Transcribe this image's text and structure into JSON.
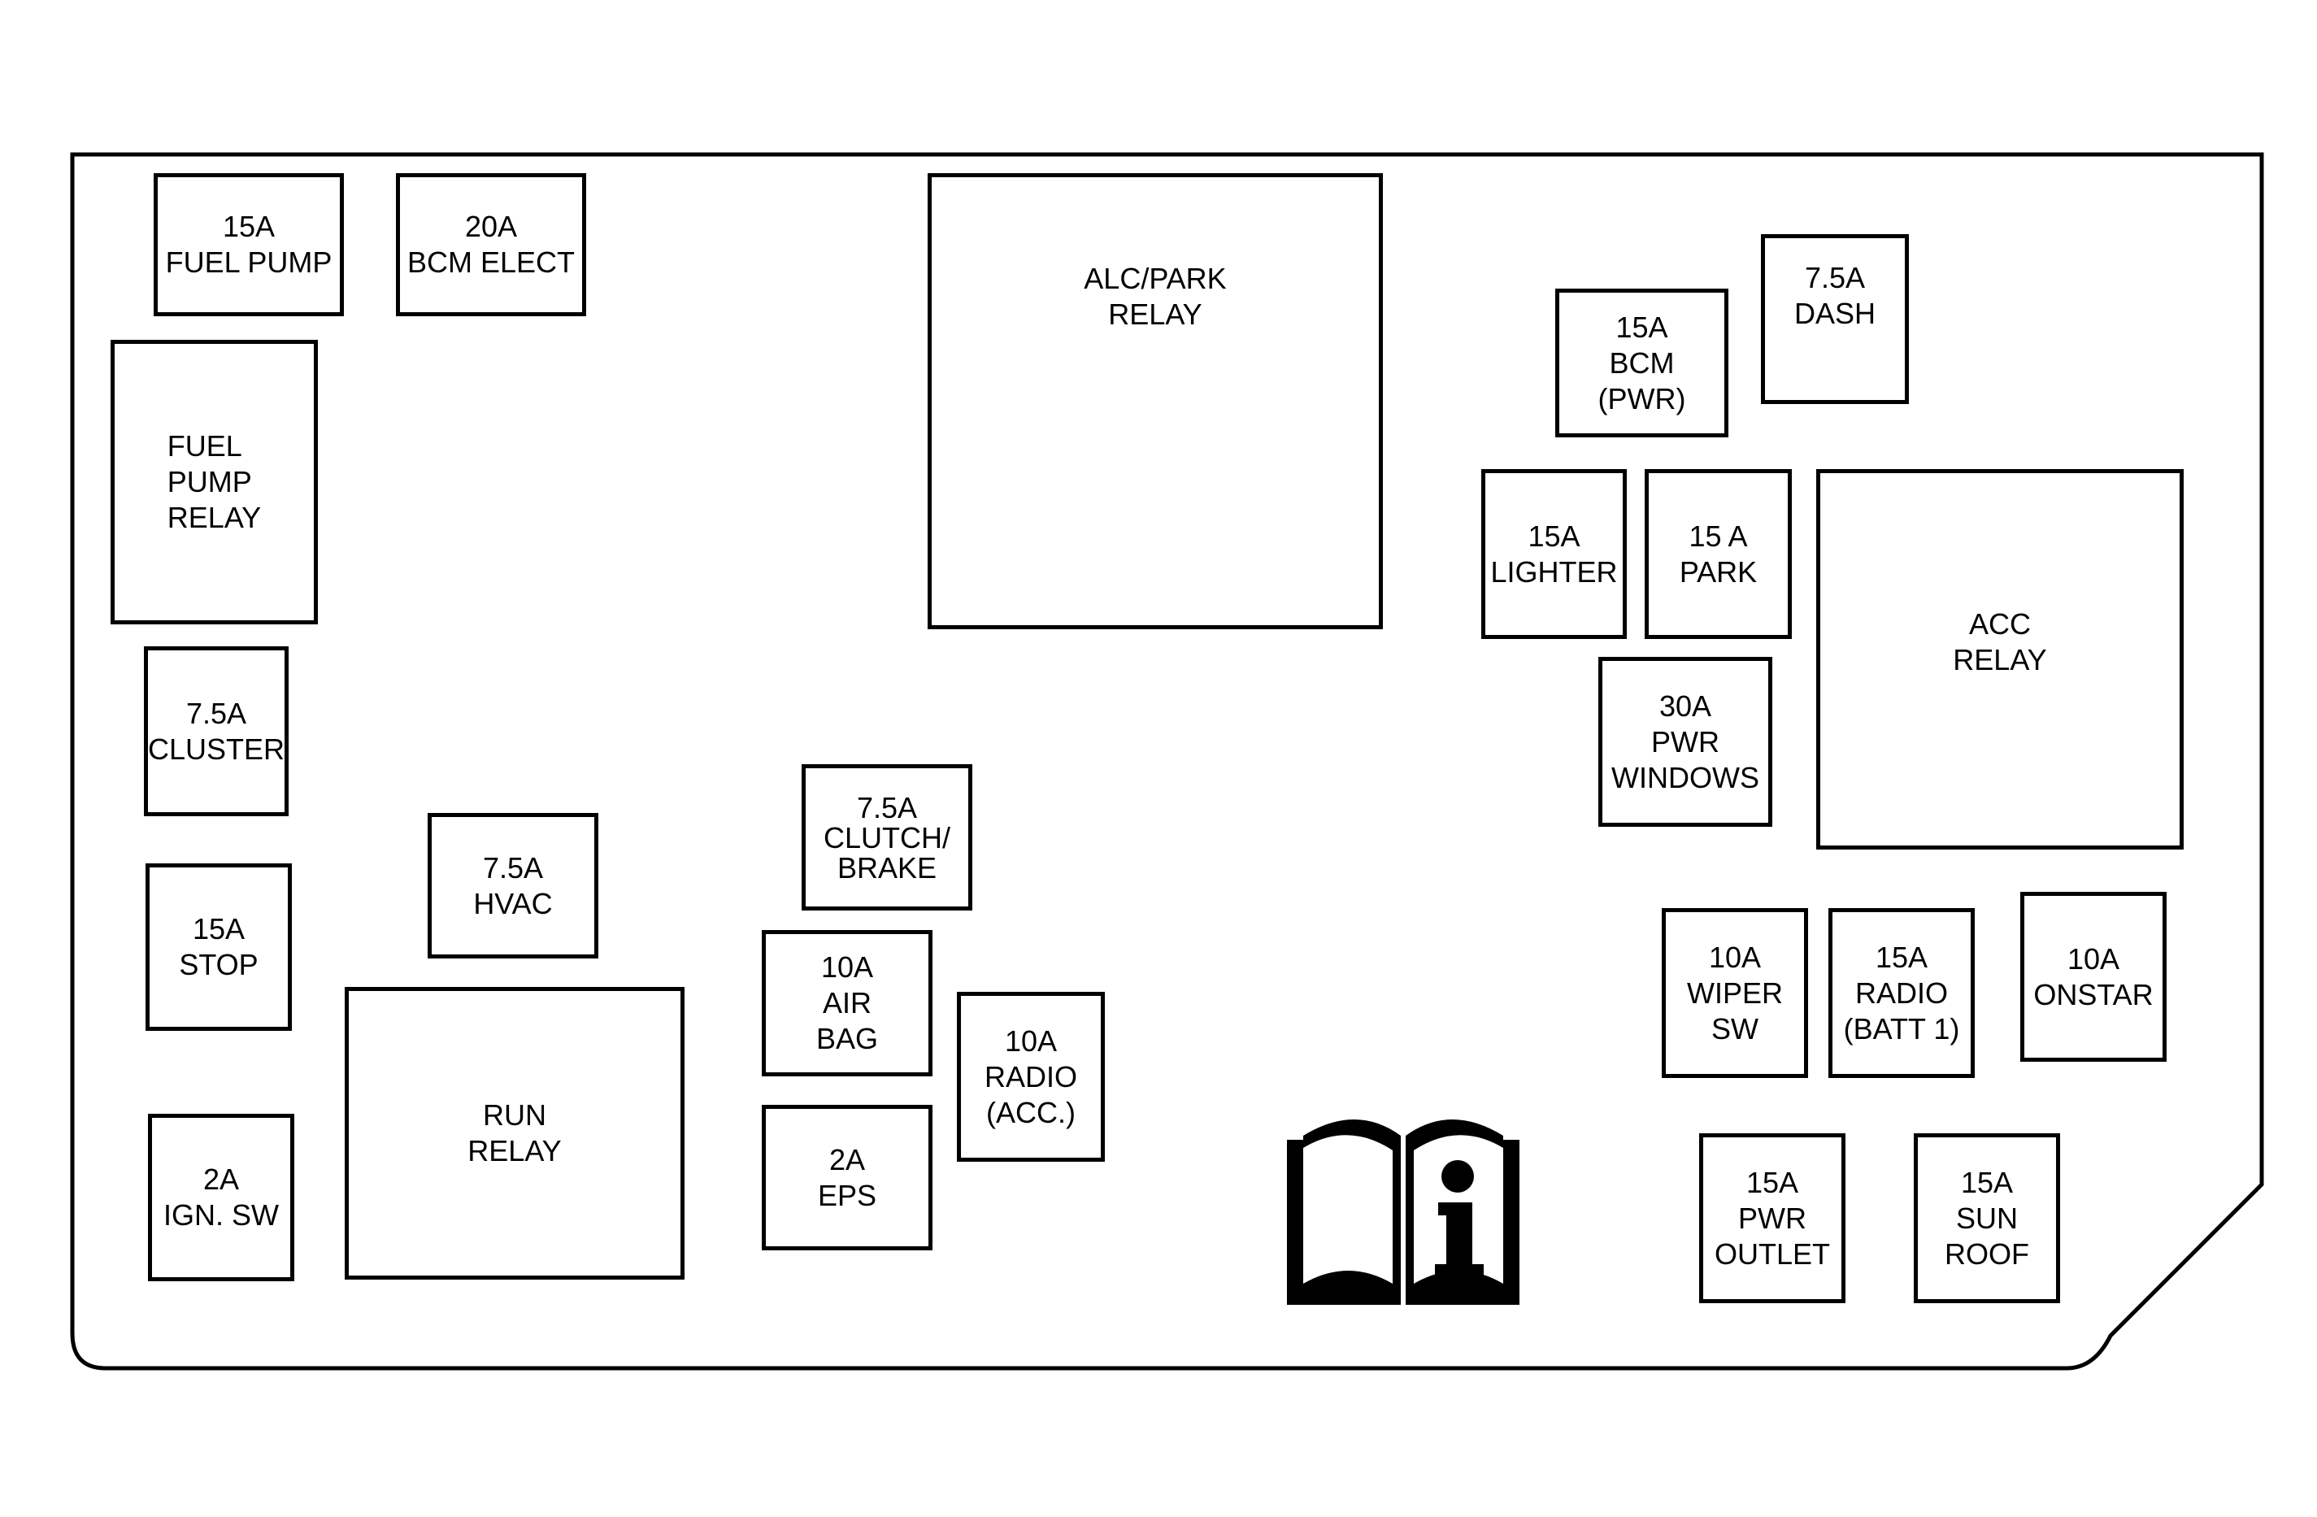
{
  "panel": {
    "fuses": {
      "fuel_pump": "15A\nFUEL PUMP",
      "bcm_elect": "20A\nBCM ELECT",
      "cluster": "7.5A\nCLUSTER",
      "stop": "15A\nSTOP",
      "ign_sw": "2A\nIGN. SW",
      "hvac": "7.5A\nHVAC",
      "clutch_brake": "7.5A\nCLUTCH/\nBRAKE",
      "air_bag": "10A\nAIR\nBAG",
      "eps": "2A\nEPS",
      "radio_acc": "10A\nRADIO\n(ACC.)",
      "dash": "7.5A\nDASH",
      "bcm_pwr": "15A\nBCM\n(PWR)",
      "lighter": "15A\nLIGHTER",
      "park": "15 A\nPARK",
      "pwr_windows": "30A\nPWR\nWINDOWS",
      "wiper_sw": "10A\nWIPER\nSW",
      "radio_batt1": "15A\nRADIO\n(BATT 1)",
      "onstar": "10A\nONSTAR",
      "pwr_outlet": "15A\nPWR\nOUTLET",
      "sun_roof": "15A\nSUN\nROOF"
    },
    "relays": {
      "fuel_pump_relay": "FUEL\nPUMP\nRELAY",
      "run_relay": "RUN\nRELAY",
      "alc_park_relay": "ALC/PARK\nRELAY",
      "acc_relay": "ACC\nRELAY"
    },
    "icon": "owner-manual-info-icon",
    "colors": {
      "line": "#000000",
      "background": "#ffffff"
    }
  }
}
